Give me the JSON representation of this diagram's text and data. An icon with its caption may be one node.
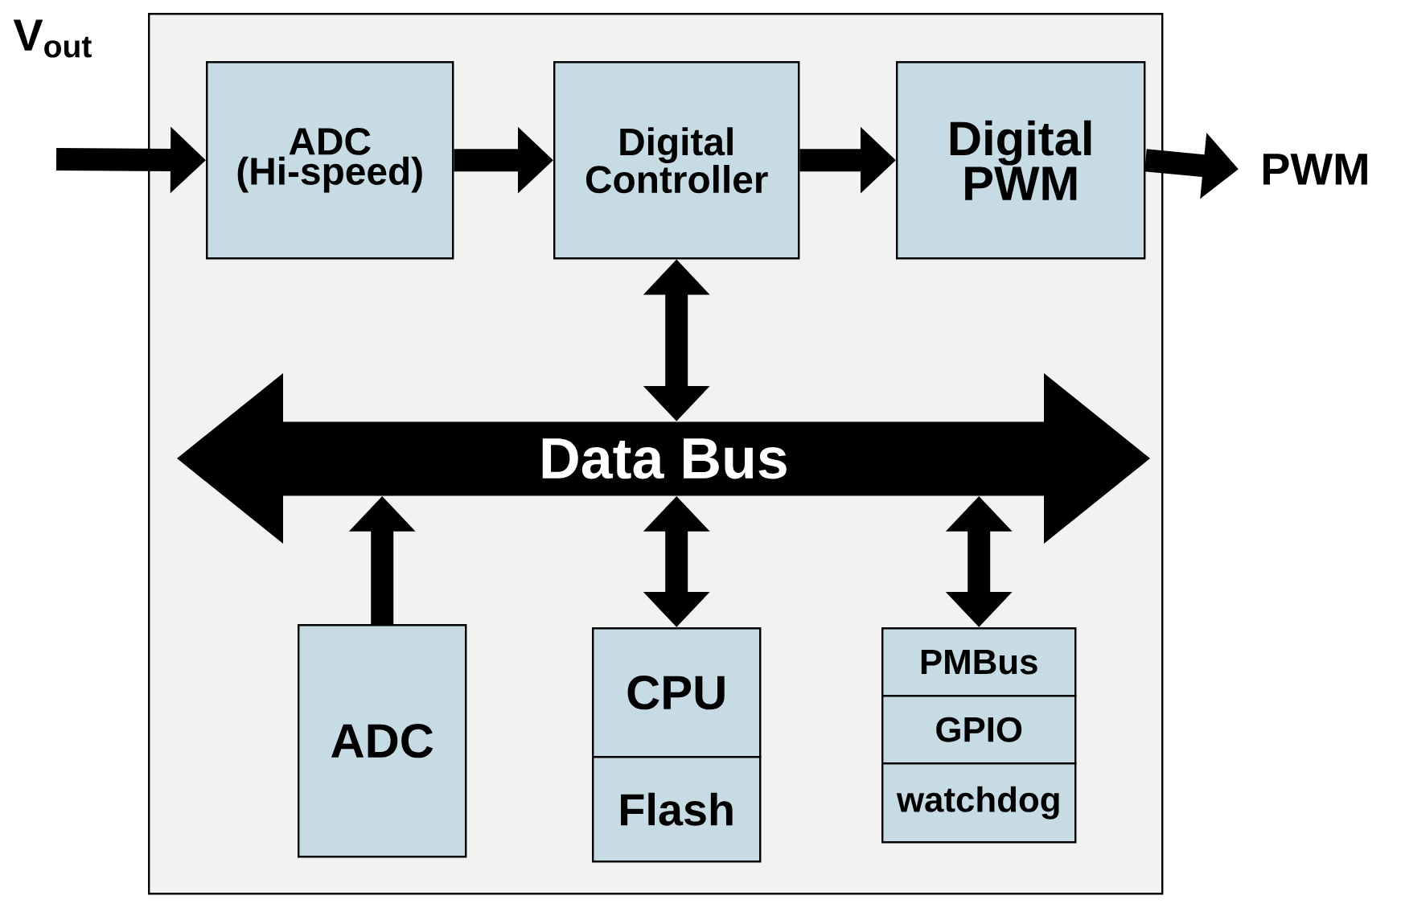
{
  "diagram": {
    "nodes": [
      {
        "text": [],
        "shape": "box"
      },
      {
        "text": [
          "ADC (Hi-speed)"
        ],
        "in": 0
      },
      {
        "text": [
          "Digital Controller"
        ],
        "in": 0
      },
      {
        "text": [
          "Digital PWM"
        ],
        "in": 0
      },
      {
        "text": [
          "PWM"
        ]
      },
      {
        "text": [
          "Data Bus"
        ],
        "in": 0
      },
      {
        "text": [
          "ADC"
        ],
        "in": 0
      },
      {
        "text": [
          "CPU"
        ],
        "in": 0
      },
      {
        "text": [
          "Flash"
        ],
        "in": 0
      },
      {
        "text": [
          "PMBus"
        ],
        "in": 0
      },
      {
        "text": [
          "GPIO"
        ],
        "in": 0
      },
      {
        "text": [
          "watchdog"
        ],
        "in": 0
      }
    ],
    "edges": [
      {
        "from": null,
        "to": 1,
        "arrow": "to"
      },
      {
        "from": 1,
        "to": 2,
        "arrow": "to"
      },
      {
        "from": 2,
        "to": 3,
        "arrow": "to"
      },
      {
        "from": 3,
        "to": 4,
        "arrow": "to"
      },
      {
        "from": 2,
        "to": 5,
        "arrow": "both"
      },
      {
        "from": 6,
        "to": 5,
        "arrow": "to"
      },
      {
        "from": 7,
        "to": 5,
        "arrow": "both"
      },
      {
        "from": 9,
        "to": 5,
        "arrow": "both"
      }
    ],
    "labels": [
      "V$_{out}$"
    ]
  }
}
